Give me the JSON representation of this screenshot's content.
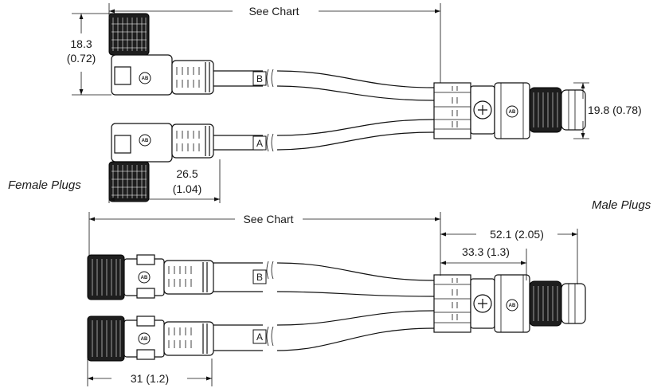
{
  "dimensions": {
    "see_chart_top": "See Chart",
    "see_chart_bottom": "See Chart",
    "female_height_mm": "18.3",
    "female_height_in": "(0.72)",
    "female_depth_mm": "26.5",
    "female_depth_in": "(1.04)",
    "male_height": "19.8 (0.78)",
    "male_length": "52.1 (2.05)",
    "male_split": "33.3 (1.3)",
    "female_straight_length": "31 (1.2)"
  },
  "captions": {
    "female_plugs": "Female Plugs",
    "male_plugs": "Male Plugs"
  },
  "cable_labels": {
    "top_b": "B",
    "top_a": "A",
    "bottom_b": "B",
    "bottom_a": "A"
  },
  "logo_text": "AB"
}
